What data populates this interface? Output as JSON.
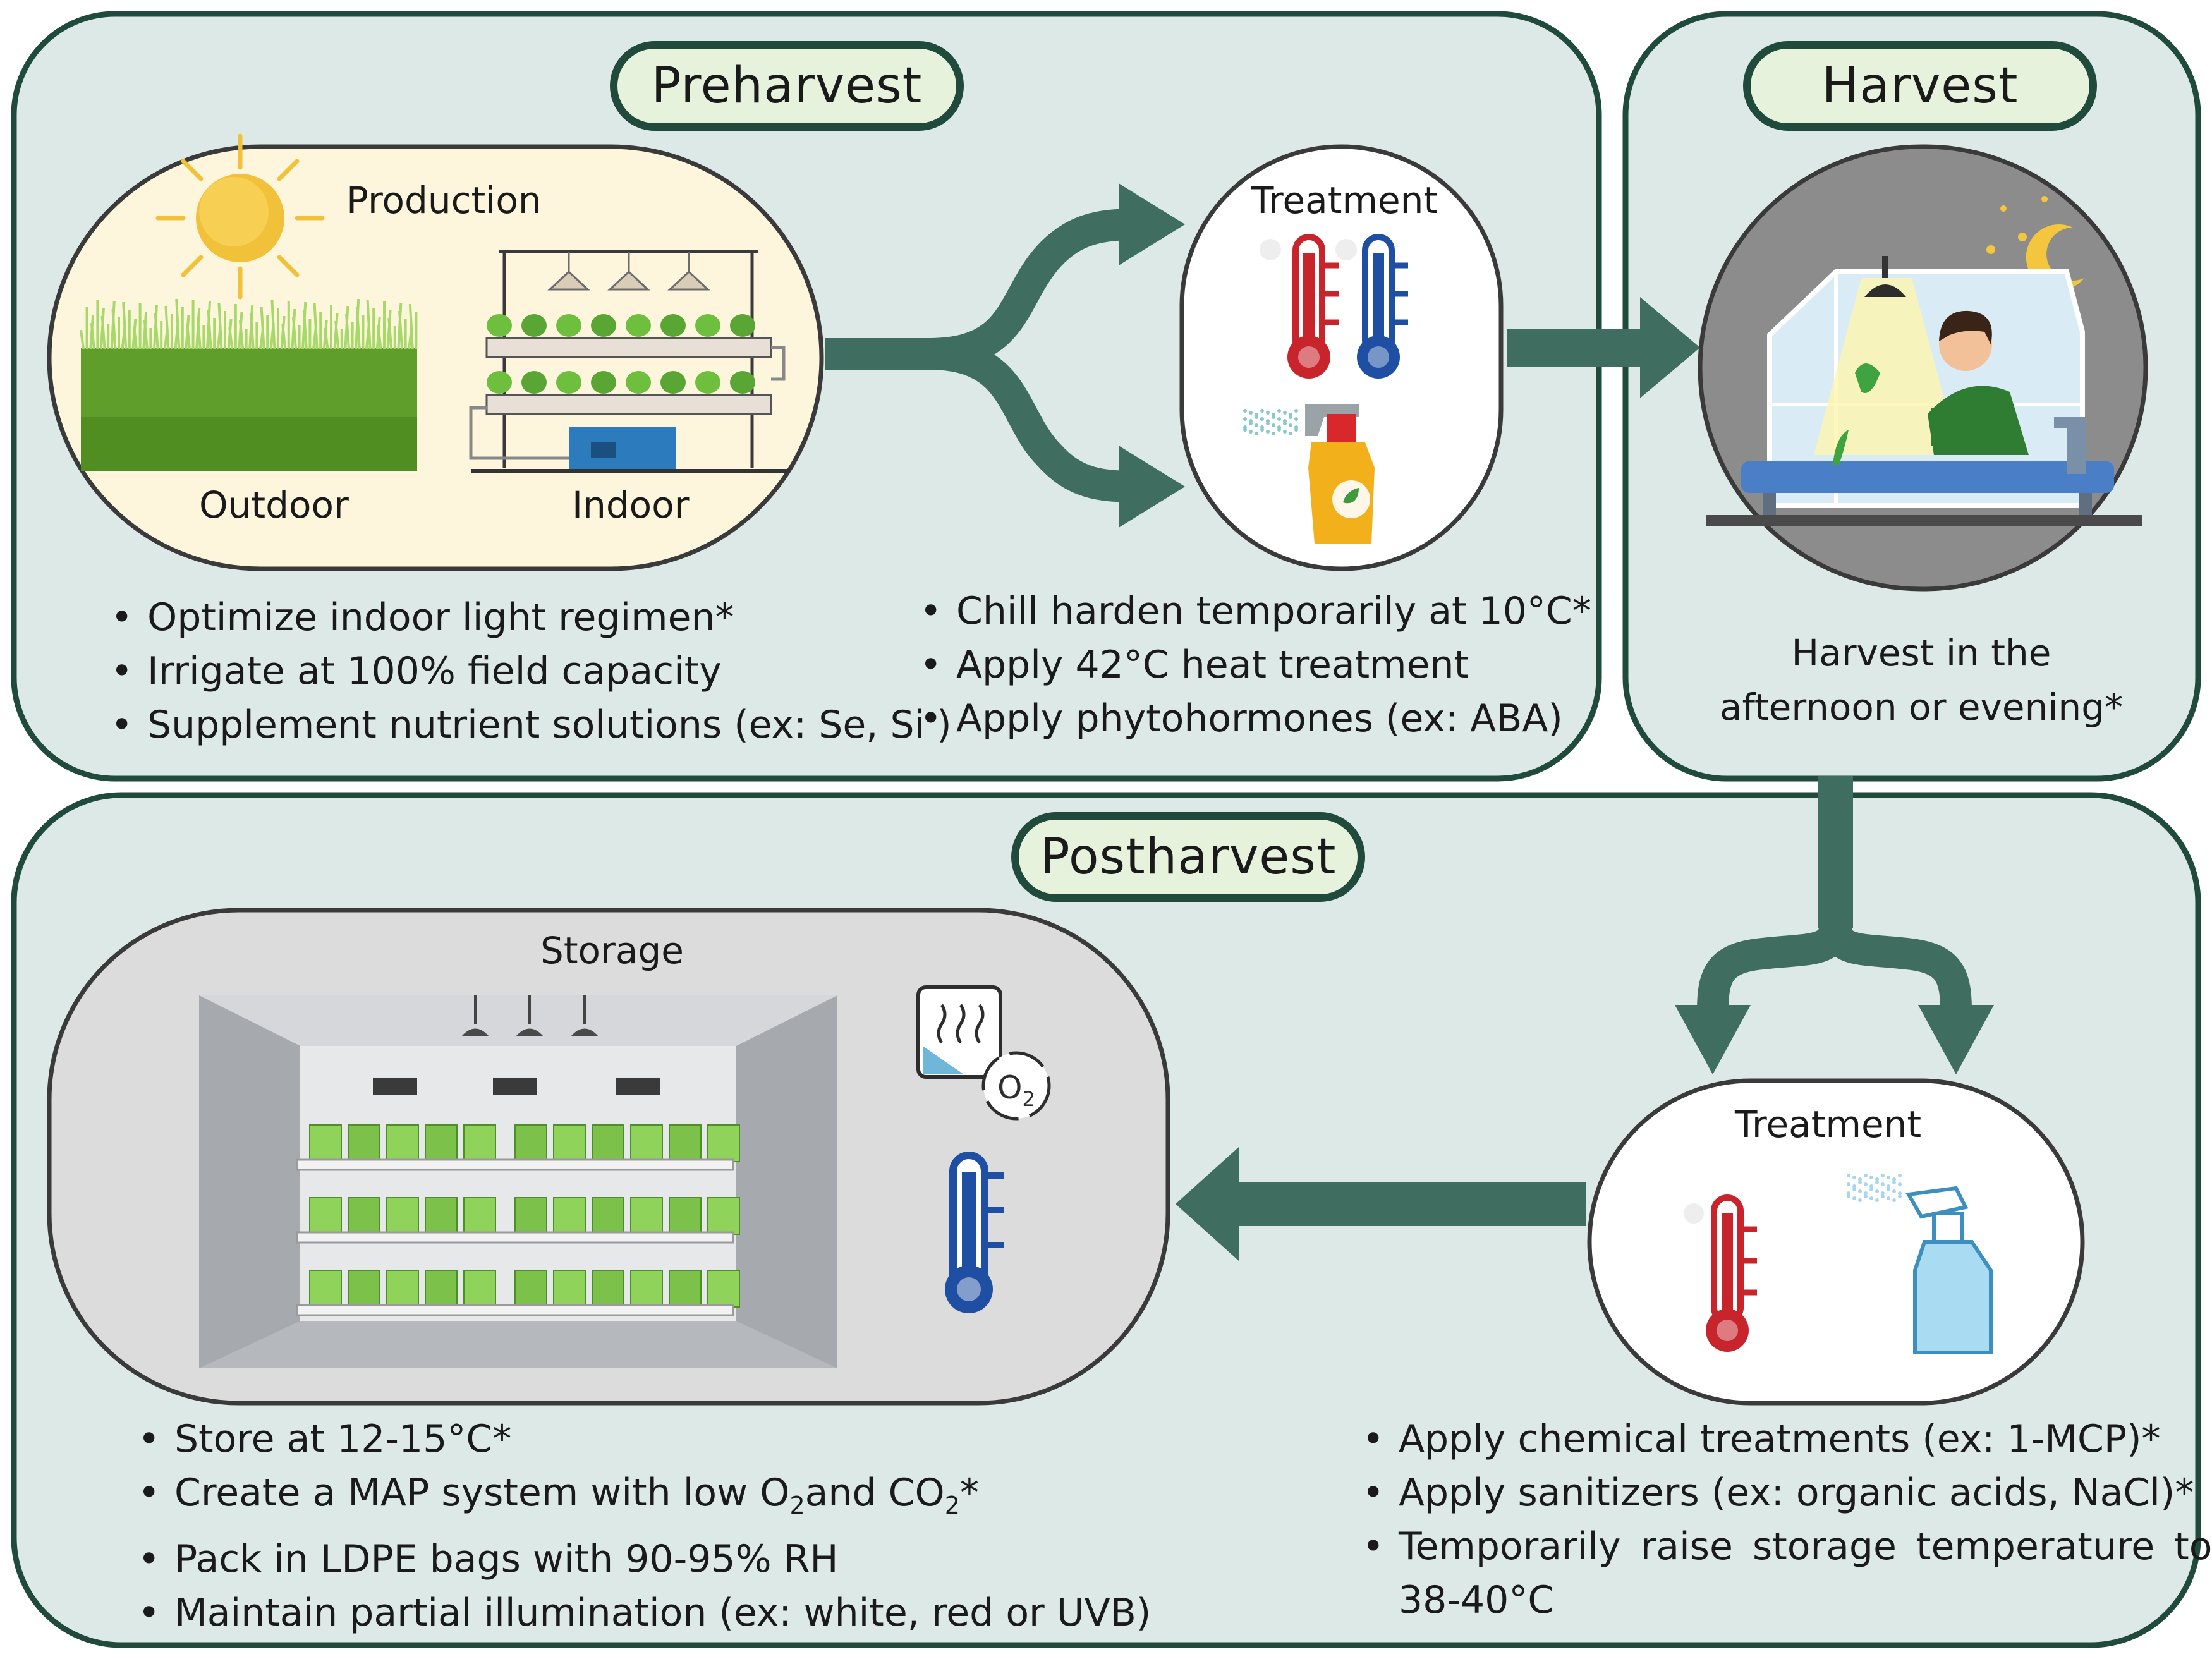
{
  "preharvest": {
    "title": "Preharvest",
    "production_label": "Production",
    "outdoor_label": "Outdoor",
    "indoor_label": "Indoor",
    "treatment_label": "Treatment",
    "production_bullets": [
      "Optimize indoor light regimen*",
      "Irrigate at 100% field capacity",
      "Supplement nutrient solutions (ex: Se, Si )"
    ],
    "treatment_bullets": [
      "Chill harden temporarily at 10°C*",
      "Apply 42°C heat treatment",
      "Apply phytohormones (ex: ABA)"
    ]
  },
  "harvest": {
    "title": "Harvest",
    "note_line1": "Harvest in the",
    "note_line2": "afternoon or evening*"
  },
  "postharvest": {
    "title": "Postharvest",
    "storage_label": "Storage",
    "treatment_label": "Treatment",
    "o2_label": "O2",
    "storage_bullets": {
      "b1": "Store at 12-15°C*",
      "b2_pre": "Create a MAP system with low O",
      "b2_sub1": "2",
      "b2_mid": "and CO",
      "b2_sub2": "2",
      "b2_post": "*",
      "b3": "Pack in LDPE bags with 90-95% RH",
      "b4": "Maintain partial illumination (ex: white, red or UVB)"
    },
    "treatment_bullets": {
      "b1": "Apply chemical treatments (ex: 1-MCP)*",
      "b2": "Apply sanitizers (ex: organic acids, NaCl)*",
      "b3_line1": "Temporarily raise storage temperature to",
      "b3_line2": "38-40°C"
    }
  },
  "colors": {
    "panel_fill": "#dde9e6",
    "panel_border": "#1f4a3c",
    "arrow": "#3f6e60",
    "pill_fill": "#e6f2dc",
    "production_fill": "#fdf6dc",
    "storage_fill": "#dcdcdc",
    "harvest_fill": "#8c8c8c"
  }
}
